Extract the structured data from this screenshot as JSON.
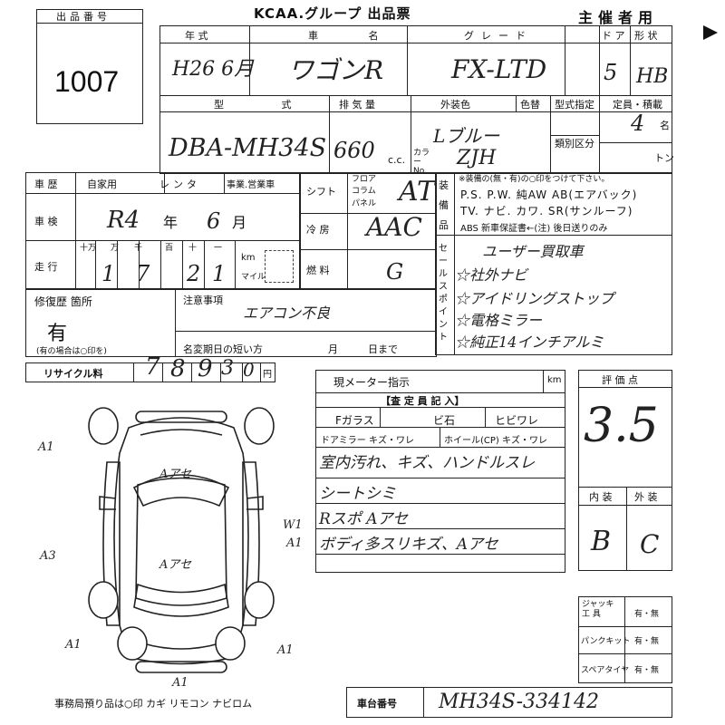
{
  "header": {
    "lot_label": "出品番号",
    "lot_number": "1007",
    "org_title": "KCAA.グループ 出品票",
    "copy_label": "主催者用"
  },
  "labels": {
    "year": "年 式",
    "model": "車 名",
    "grade": "グレード",
    "doors": "ド ア",
    "body": "形 状",
    "type": "型 式",
    "disp": "排 気 量",
    "color_ext": "外装色",
    "color_change": "色替",
    "type_spec": "型式指定",
    "capacity": "定員・積載",
    "class": "類別区分",
    "cc": "c.c.",
    "color_no": "カラー No.",
    "person_unit": "名",
    "ton_unit": "トン",
    "history": "車 歴",
    "history_opts": [
      "自家用",
      "レンタ",
      "事業.営業車"
    ],
    "shift": "シフト",
    "shift_opts": [
      "フロア",
      "コラム",
      "パネル"
    ],
    "inspection": "車 検",
    "year_unit": "年",
    "month_unit": "月",
    "ac": "冷 房",
    "mileage": "走 行",
    "digits": [
      "十万",
      "万",
      "千",
      "百",
      "十",
      "一"
    ],
    "km": "km",
    "mile": "マイル",
    "fuel": "燃 料",
    "equip": "装 備 品",
    "equip_note": "※装備の(無・有)の○印をつけて下さい。",
    "equip_row1": "P.S. P.W. 純AW AB(エアバック)",
    "equip_row2": "TV. ナビ. カワ. SR(サンルーフ)",
    "equip_row3": "ABS 新車保証書←(注) 後日送りのみ",
    "sales_points": "セールスポイント",
    "repair": "修復歴 箇所",
    "repair_note": "(有の場合は○印を)",
    "notes": "注意事項",
    "name_change": "名変期日の短い方",
    "month2": "月",
    "day2": "日まで",
    "recycle": "リサイクル料",
    "yen": "円",
    "meter": "現メーター指示",
    "meter_km": "km",
    "inspector": "【査 定 員 記 入】",
    "f_glass": "Fガラス",
    "chip": "ビ石",
    "crack": "ヒビワレ",
    "mirror": "ドアミラー キズ・ワレ",
    "wheel": "ホイール(CP) キズ・ワレ",
    "score": "評 価 点",
    "interior": "内 装",
    "exterior": "外 装",
    "jack": "ジャッキ 工 具",
    "puncture": "パンクキット",
    "spare": "スペアタイヤ",
    "yes_no": "有・無",
    "office_note": "事務局預り品は○印 カギ リモコン ナビロム",
    "chassis": "車台番号"
  },
  "values": {
    "year": "H26 6月",
    "model": "ワゴンR",
    "grade": "FX-LTD",
    "doors": "5",
    "body": "HB",
    "type": "DBA-MH34S",
    "disp": "660",
    "color": "Lブルー",
    "color_code": "ZJH",
    "capacity": "4",
    "inspection_year": "R4",
    "inspection_month": "6",
    "shift": "AT",
    "ac": "AAC",
    "mileage_digits": [
      "1",
      "7",
      "2",
      "1"
    ],
    "fuel": "G",
    "repair": "有",
    "notes": "エアコン不良",
    "recycle_digits": [
      "7",
      "8",
      "9",
      "3",
      "0"
    ],
    "sales_points": [
      "ユーザー買取車",
      "☆社外ナビ",
      "☆アイドリングストップ",
      "☆電格ミラー",
      "☆純正14インチアルミ"
    ],
    "inspector_notes": [
      "室内汚れ、キズ、ハンドルスレ",
      "シートシミ",
      "Rスポ Aアセ",
      "ボディ多スリキズ、Aアセ"
    ],
    "score": "3.5",
    "interior": "B",
    "exterior": "C",
    "chassis_no": "MH34S-334142",
    "marks": [
      "A1",
      "A3",
      "A1",
      "A1",
      "A1",
      "W1",
      "A1",
      "Aアセ",
      "Aアセ"
    ]
  },
  "colors": {
    "line": "#222222",
    "ink": "#1a1a1a"
  }
}
